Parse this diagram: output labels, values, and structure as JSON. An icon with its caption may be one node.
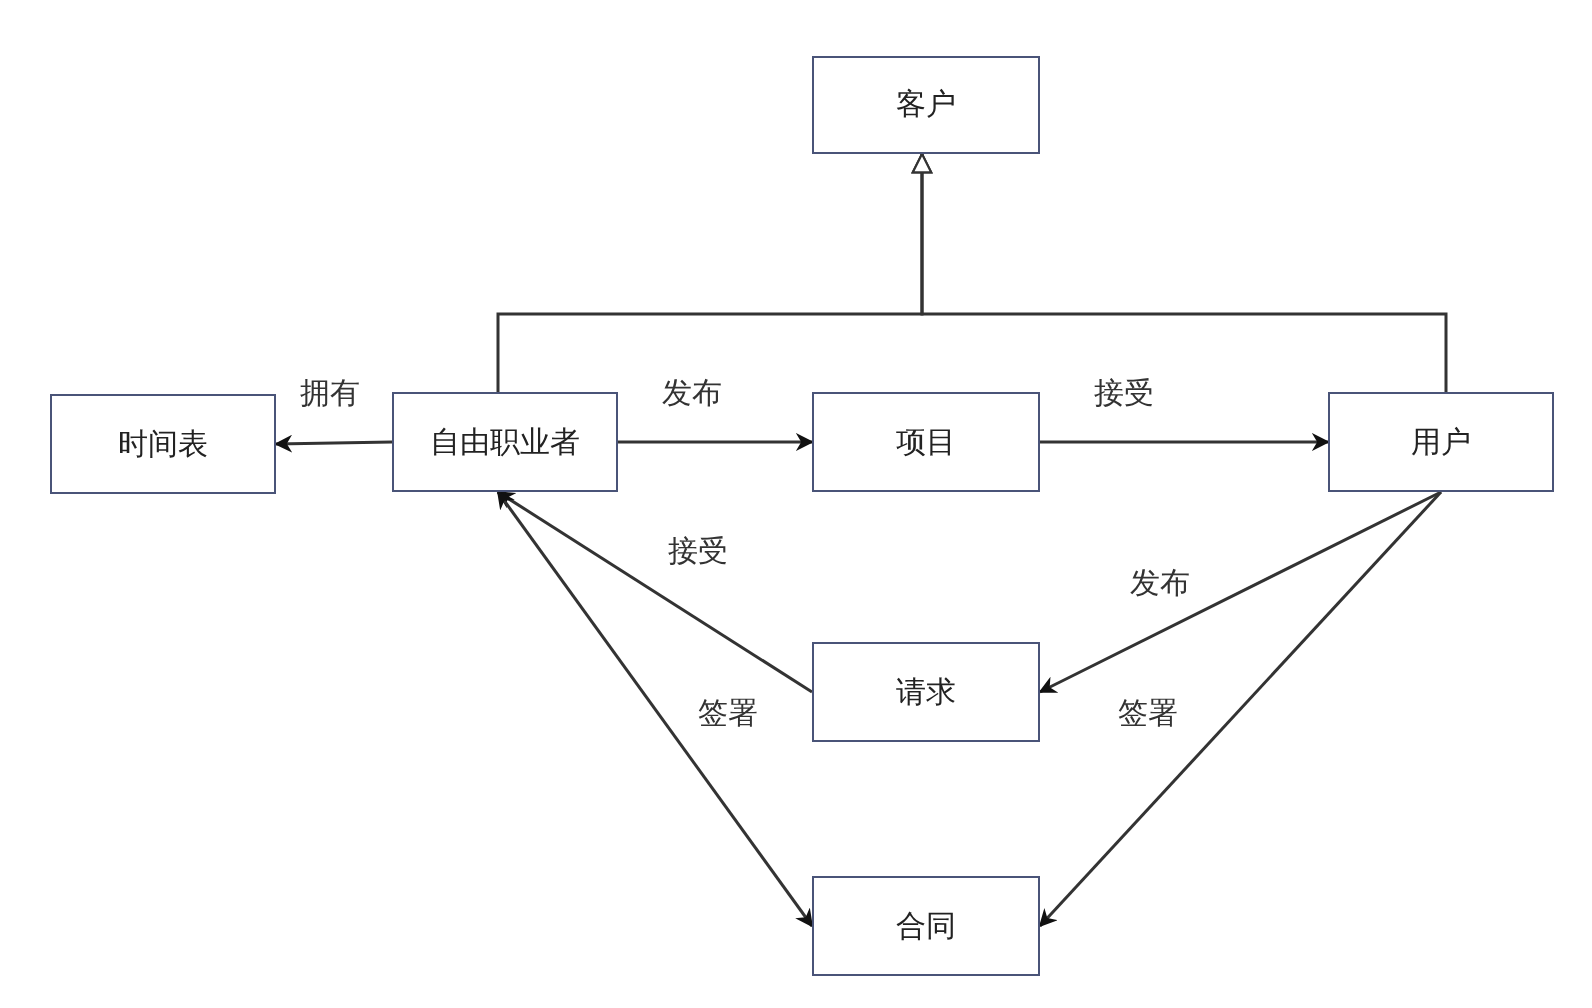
{
  "diagram": {
    "nodes": [
      {
        "text": [
          "客户"
        ]
      },
      {
        "text": [
          "时间表"
        ]
      },
      {
        "text": [
          "自由职业者"
        ]
      },
      {
        "text": [
          "项目"
        ]
      },
      {
        "text": [
          "用户"
        ]
      },
      {
        "text": [
          "请求"
        ]
      },
      {
        "text": [
          "合同"
        ]
      }
    ],
    "edges": [
      {
        "from": 2,
        "to": 1,
        "arrow": "to",
        "label": "拥有"
      },
      {
        "from": 2,
        "to": 3,
        "arrow": "to",
        "label": "发布"
      },
      {
        "from": 3,
        "to": 4,
        "arrow": "to",
        "label": "接受"
      },
      {
        "from": 2,
        "to": 0,
        "arrow": "to"
      },
      {
        "from": 4,
        "to": 0,
        "arrow": "to"
      },
      {
        "from": 4,
        "to": 5,
        "arrow": "to",
        "label": "发布"
      },
      {
        "from": 4,
        "to": 6,
        "arrow": "to",
        "label": "签署"
      },
      {
        "from": 5,
        "to": 2,
        "arrow": "to",
        "label": "接受"
      },
      {
        "from": 2,
        "to": 6,
        "arrow": "both",
        "label": "签署"
      }
    ]
  }
}
